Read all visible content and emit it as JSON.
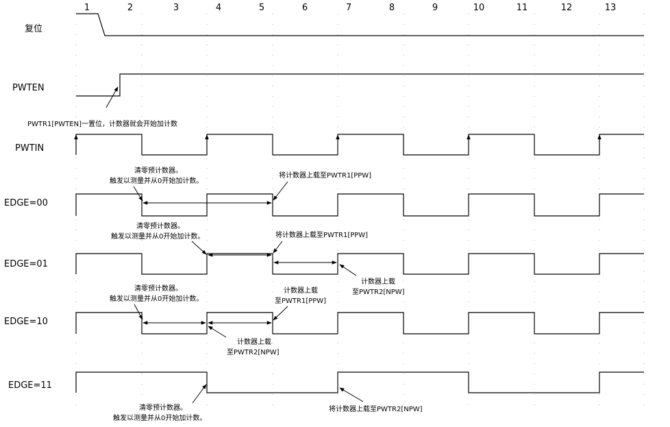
{
  "ticks": [
    "1",
    "2",
    "3",
    "4",
    "5",
    "6",
    "7",
    "8",
    "9",
    "10",
    "11",
    "12",
    "13"
  ],
  "signals": {
    "reset": "复位",
    "pwten": "PWTEN",
    "pwtin": "PWTIN",
    "edge00": "EDGE=00",
    "edge01": "EDGE=01",
    "edge10": "EDGE=10",
    "edge11": "EDGE=11"
  },
  "notes": {
    "pwten_set": "PWTR1[PWTEN]一置位，计数器就会开始加计数",
    "clear_line1": "清零预计数器。",
    "clear_line2": "触发以测量并从0开始加计数。",
    "load_ppw": "将计数器上载至PWTR1[PPW]",
    "load_npw": "将计数器上载至PWTR2[NPW]",
    "counter_load_line1": "计数器上载",
    "to_npw": "至PWTR2[NPW]",
    "to_ppw": "至PWTR1[PPW]"
  }
}
